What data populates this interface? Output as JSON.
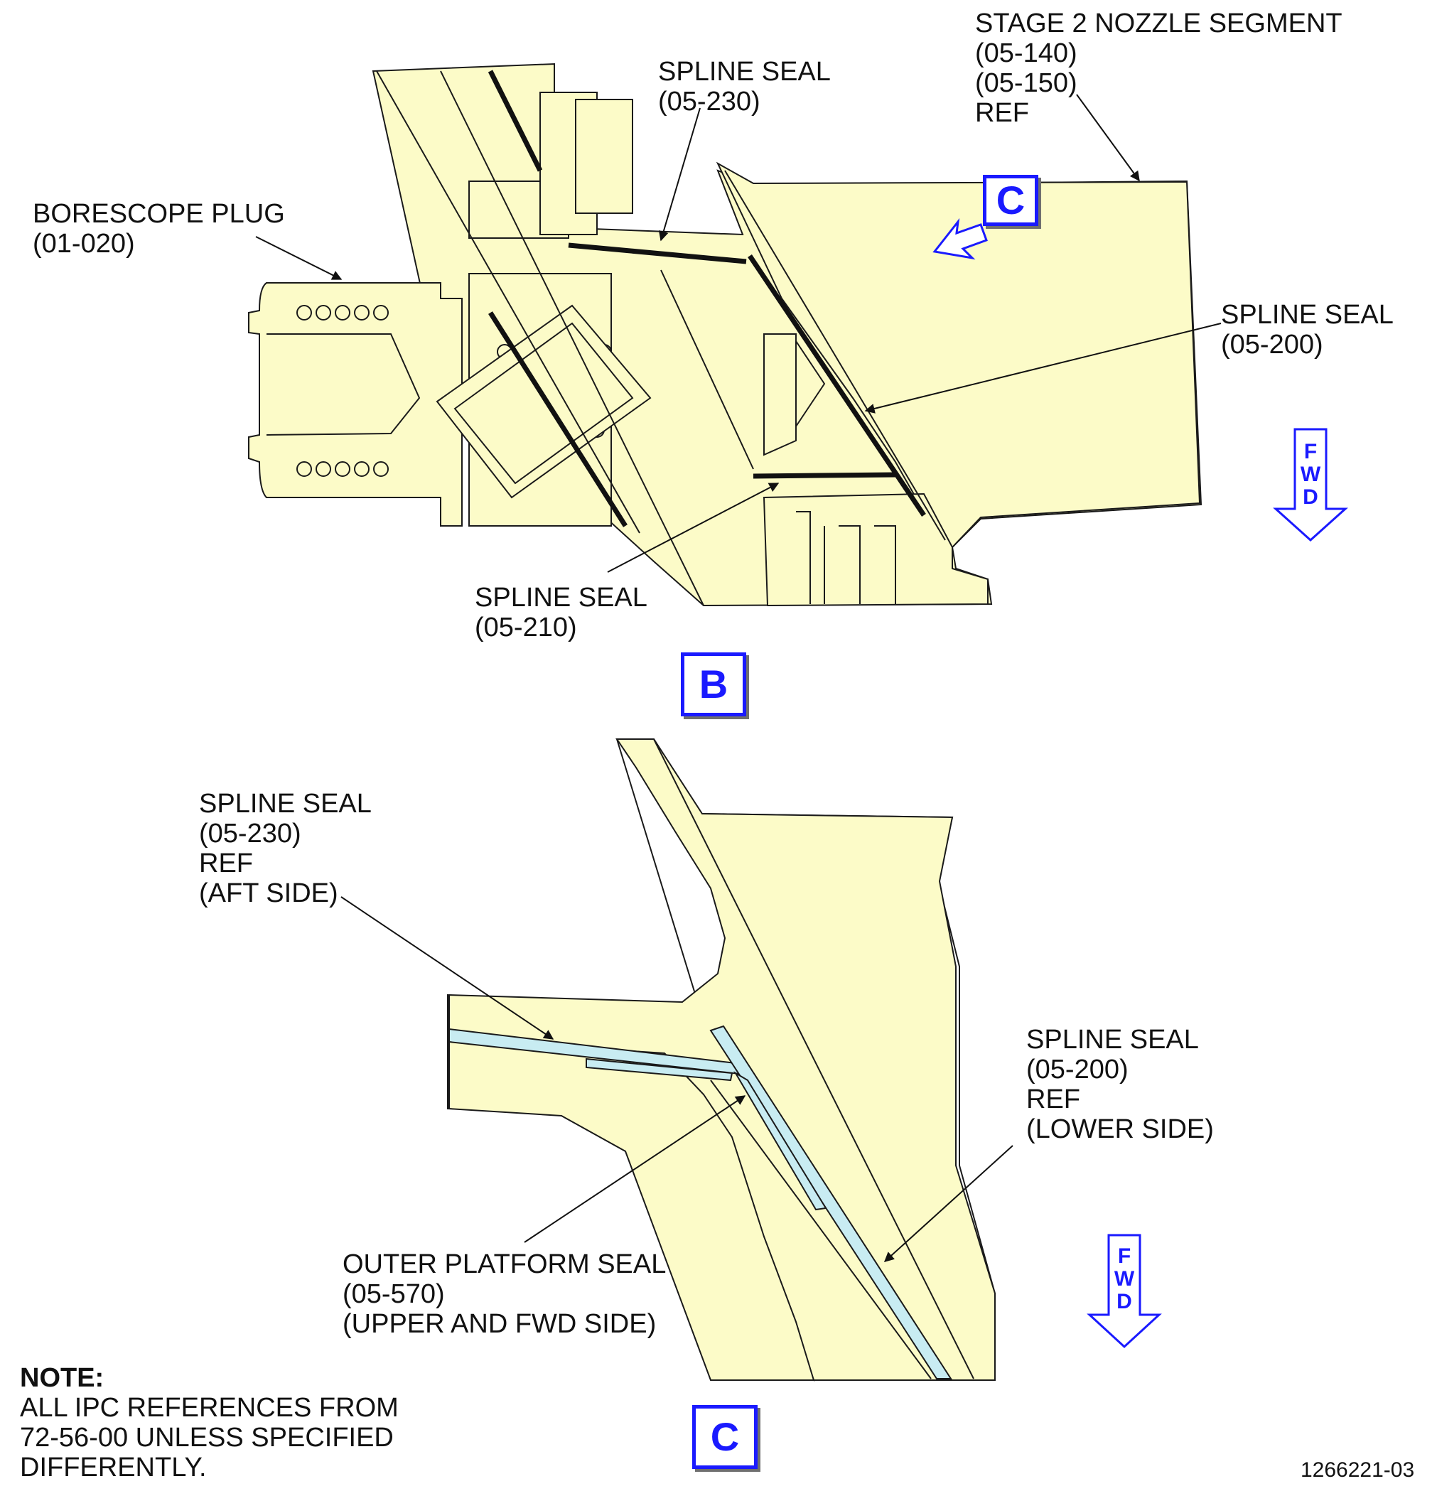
{
  "colors": {
    "part_fill": "#fcfbc8",
    "seal_fill": "#c8ecf2",
    "line": "#1a1a1a",
    "callout_blue": "#1a1aff"
  },
  "view_b": {
    "label_stage2": {
      "line1": "STAGE 2 NOZZLE SEGMENT",
      "line2": "(05-140)",
      "line3": "(05-150)",
      "line4": "REF"
    },
    "label_spline_230": {
      "line1": "SPLINE SEAL",
      "line2": "(05-230)"
    },
    "label_borescope": {
      "line1": "BORESCOPE PLUG",
      "line2": "(01-020)"
    },
    "label_spline_200": {
      "line1": "SPLINE SEAL",
      "line2": "(05-200)"
    },
    "label_spline_210": {
      "line1": "SPLINE SEAL",
      "line2": "(05-210)"
    },
    "view_marker": "C",
    "view_title": "B",
    "fwd": [
      "F",
      "W",
      "D"
    ]
  },
  "view_c": {
    "label_spline_230": {
      "line1": "SPLINE SEAL",
      "line2": "(05-230)",
      "line3": "REF",
      "line4": "(AFT SIDE)"
    },
    "label_spline_200": {
      "line1": "SPLINE SEAL",
      "line2": "(05-200)",
      "line3": "REF",
      "line4": "(LOWER SIDE)"
    },
    "label_outer_platform": {
      "line1": "OUTER PLATFORM SEAL",
      "line2": "(05-570)",
      "line3": "(UPPER AND FWD SIDE)"
    },
    "view_title": "C",
    "fwd": [
      "F",
      "W",
      "D"
    ]
  },
  "note": {
    "heading": "NOTE:",
    "line1": "ALL IPC REFERENCES FROM",
    "line2": "72-56-00 UNLESS SPECIFIED",
    "line3": "DIFFERENTLY."
  },
  "figure_number": "1266221-03"
}
